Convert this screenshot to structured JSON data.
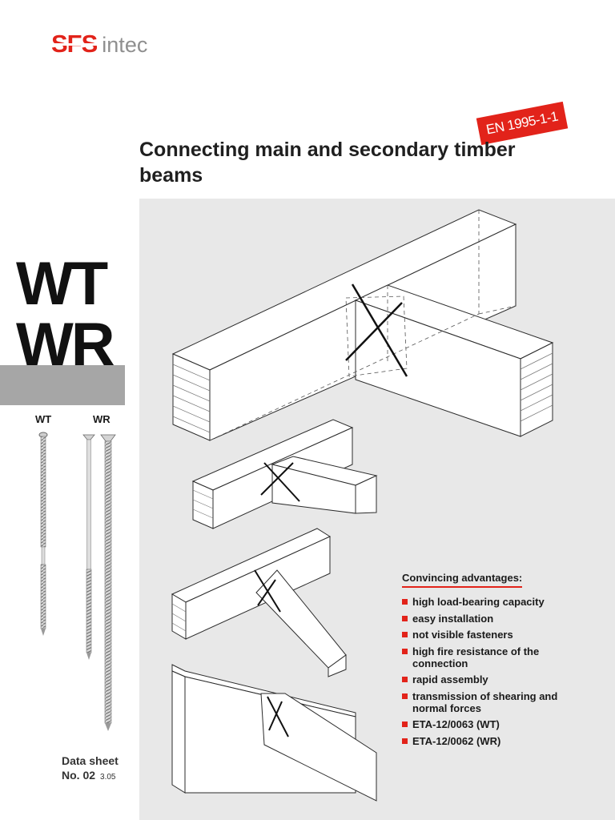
{
  "brand": {
    "part1": "SFS",
    "part2": "intec",
    "red": "#e2231a",
    "grey": "#8f8f8f"
  },
  "badge": "EN 1995-1-1",
  "title": "Connecting main and secondary timber beams",
  "product_codes": [
    "WT",
    "WR"
  ],
  "screws": {
    "left_label": "WT",
    "right_label": "WR"
  },
  "datasheet": {
    "label": "Data sheet",
    "number": "No. 02",
    "version": "3.05"
  },
  "advantages": {
    "title": "Convincing advantages:",
    "items": [
      "high load-bearing capacity",
      "easy installation",
      "not visible fasteners",
      "high fire resistance of the connection",
      "rapid assembly",
      "transmission of shearing and normal forces",
      "ETA-12/0063 (WT)",
      "ETA-12/0062 (WR)"
    ]
  }
}
